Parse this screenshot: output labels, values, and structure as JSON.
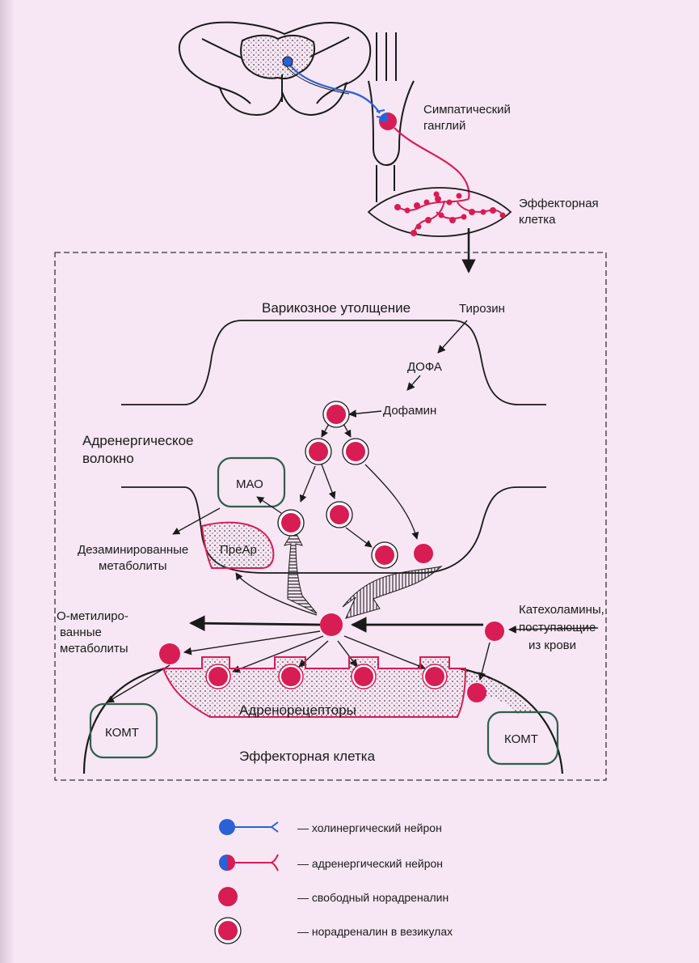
{
  "colors": {
    "background": "#f7e6f4",
    "noradrenaline": "#d81c54",
    "cholinergic": "#2a62d6",
    "receptor_outline": "#d81c54",
    "box_outline": "#2e5e4e",
    "line": "#1a1a1a"
  },
  "labels": {
    "sympathetic_ganglion_1": "Симпатический",
    "sympathetic_ganglion_2": "ганглий",
    "effector_cell_top_1": "Эффекторная",
    "effector_cell_top_2": "клетка",
    "varicosity": "Варикозное утолщение",
    "tyrosine": "Тирозин",
    "dopa": "ДОФА",
    "dopamine": "Дофамин",
    "adrenergic_fiber_1": "Адренергическое",
    "adrenergic_fiber_2": "волокно",
    "mao": "МАО",
    "prear": "ПреАр",
    "deaminated_1": "Дезаминированные",
    "deaminated_2": "метаболиты",
    "methylated_1": "О-метилиро-",
    "methylated_2": "ванные",
    "methylated_3": "метаболиты",
    "catecholamines_1": "Катехоламины,",
    "catecholamines_2": "поступающие",
    "catecholamines_3": "из крови",
    "adrenoreceptors": "Адренорецепторы",
    "komt_left": "КОМТ",
    "komt_right": "КОМТ",
    "effector_cell_bottom": "Эффекторная клетка"
  },
  "legend": [
    {
      "icon": "cholinergic-neuron-icon",
      "text": "— холинергический нейрон"
    },
    {
      "icon": "adrenergic-neuron-icon",
      "text": "— адренергический нейрон"
    },
    {
      "icon": "free-noradrenaline-icon",
      "text": "— свободный норадреналин"
    },
    {
      "icon": "vesicle-noradrenaline-icon",
      "text": "— норадреналин в везикулах"
    }
  ]
}
